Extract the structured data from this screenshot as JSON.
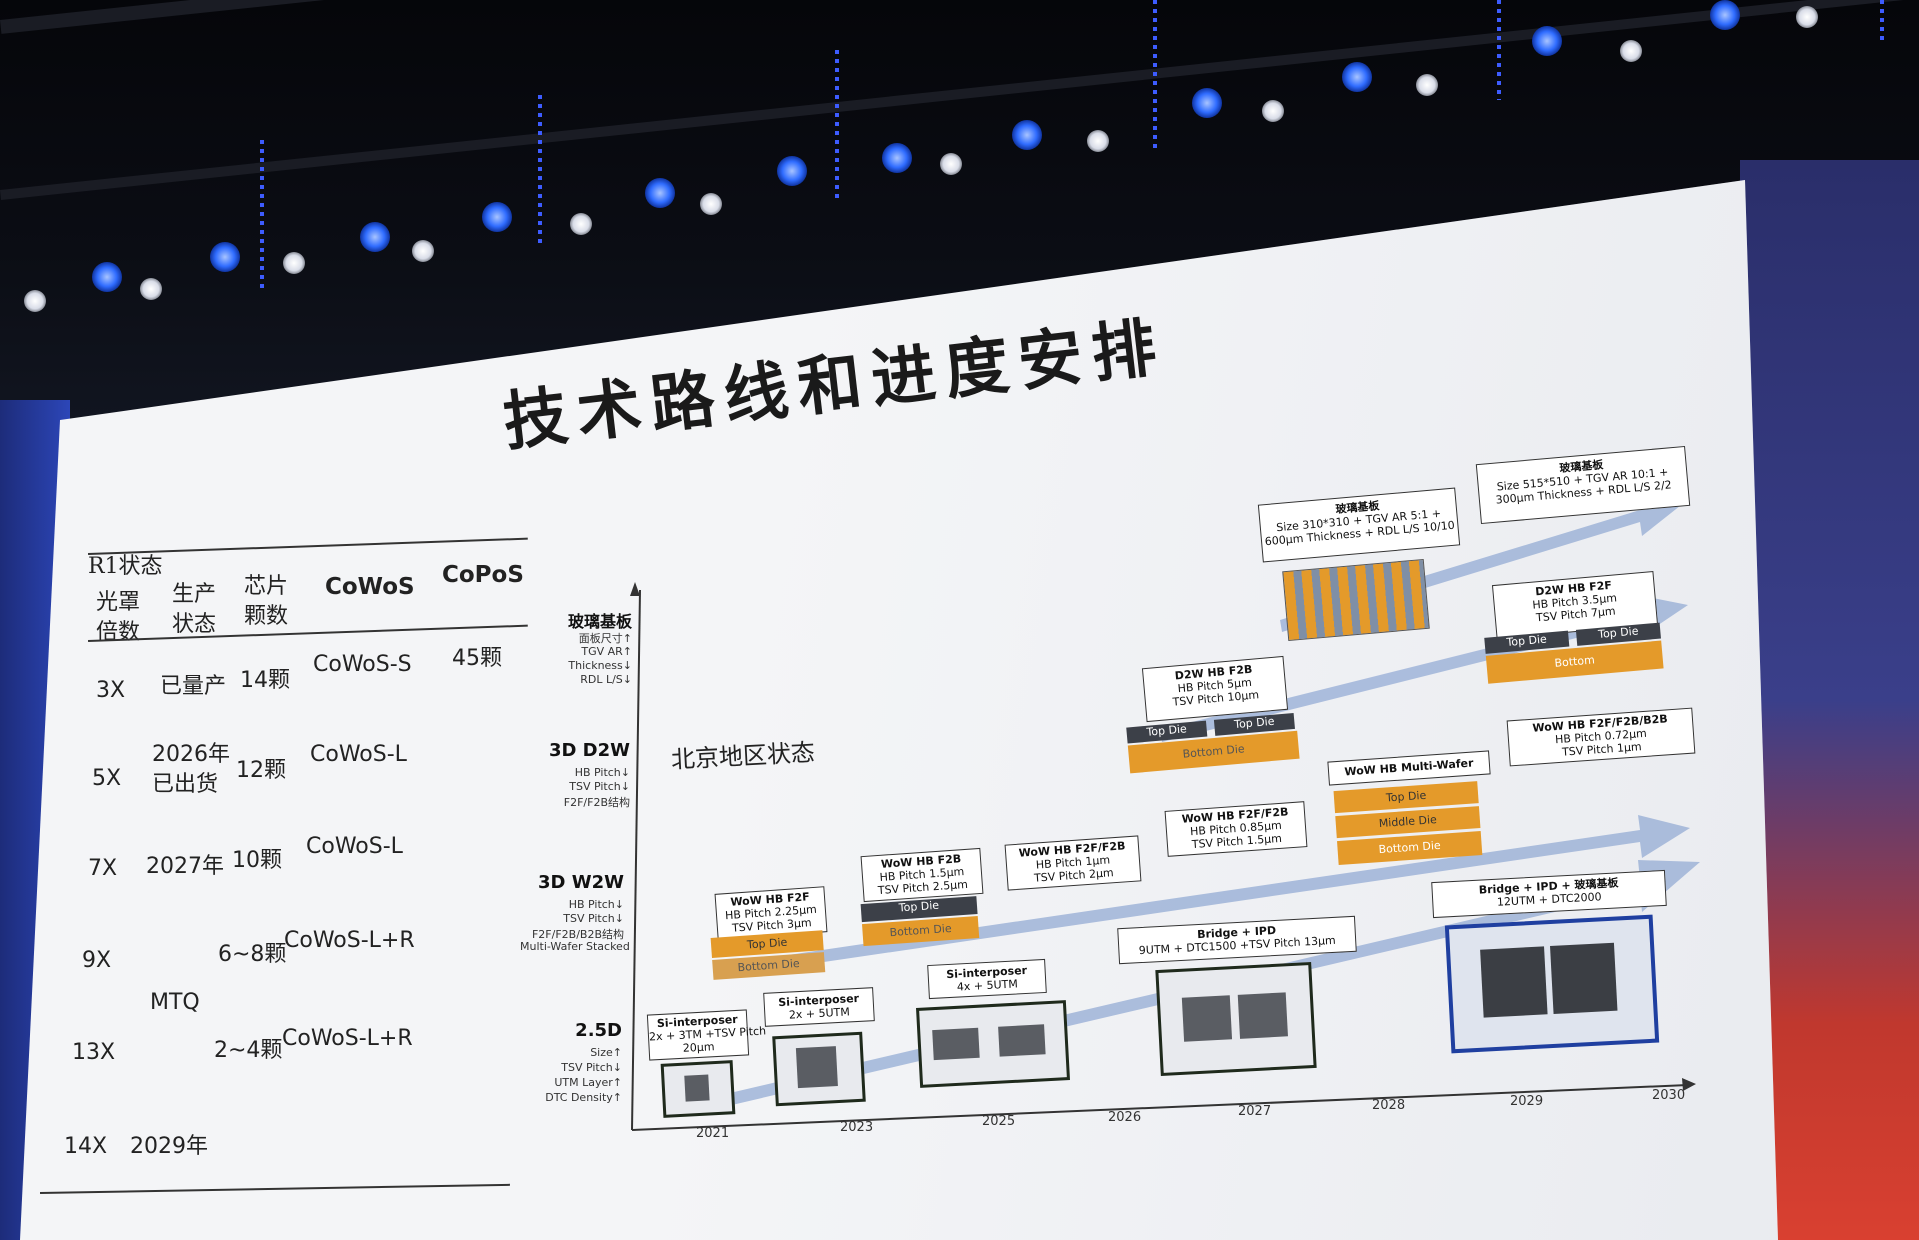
{
  "slide": {
    "title": "技术路线和进度安排",
    "beijing_label": "北京地区状态"
  },
  "table": {
    "caption": "R1状态",
    "headers": [
      "光罩\n倍数",
      "生产\n状态",
      "芯片\n颗数",
      "CoWoS",
      "CoPoS"
    ],
    "rows": [
      [
        "3X",
        "已量产",
        "14颗",
        "CoWoS-S",
        "45颗"
      ],
      [
        "5X",
        "2026年\n已出货",
        "12颗",
        "CoWoS-L",
        ""
      ],
      [
        "7X",
        "2027年",
        "10颗",
        "CoWoS-L",
        ""
      ],
      [
        "9X",
        "",
        "6~8颗",
        "CoWoS-L+R",
        ""
      ],
      [
        "13X",
        "MTQ",
        "2~4颗",
        "CoWoS-L+R",
        ""
      ],
      [
        "14X",
        "2029年",
        "",
        "",
        ""
      ]
    ]
  },
  "roadmap": {
    "y_axis": [
      {
        "name": "玻璃基板",
        "sub": [
          "面板尺寸↑",
          "TGV AR↑",
          "Thickness↓",
          "RDL L/S↓"
        ]
      },
      {
        "name": "3D D2W",
        "sub": [
          "HB Pitch↓",
          "TSV Pitch↓",
          "F2F/F2B结构"
        ]
      },
      {
        "name": "3D W2W",
        "sub": [
          "HB Pitch↓",
          "TSV Pitch↓",
          "F2F/F2B/B2B结构",
          "Multi-Wafer Stacked"
        ]
      },
      {
        "name": "2.5D",
        "sub": [
          "Size↑",
          "TSV Pitch↓",
          "UTM Layer↑",
          "DTC Density↑"
        ]
      }
    ],
    "x_years": [
      "2021",
      "2023",
      "2025",
      "2026",
      "2027",
      "2028",
      "2029",
      "2030"
    ],
    "boxes": {
      "glass1": [
        "玻璃基板",
        "Size 310*310 + TGV AR 5:1 +",
        "600μm Thickness + RDL L/S 10/10"
      ],
      "glass2": [
        "玻璃基板",
        "Size 515*510 + TGV AR 10:1 +",
        "300μm Thickness + RDL L/S 2/2"
      ],
      "d2w1": [
        "D2W HB F2B",
        "HB Pitch 5μm",
        "TSV Pitch 10μm"
      ],
      "d2w2": [
        "D2W HB F2F",
        "HB Pitch 3.5μm",
        "TSV Pitch 7μm"
      ],
      "w2w1": [
        "WoW HB F2F",
        "HB Pitch 2.25μm",
        "TSV Pitch 3μm"
      ],
      "w2w2": [
        "WoW HB F2B",
        "HB Pitch 1.5μm",
        "TSV Pitch 2.5μm"
      ],
      "w2w3": [
        "WoW HB F2F/F2B",
        "HB Pitch 1μm",
        "TSV Pitch 2μm"
      ],
      "w2w4": [
        "WoW HB F2F/F2B",
        "HB Pitch 0.85μm",
        "TSV Pitch 1.5μm"
      ],
      "w2w5": [
        "WoW HB Multi-Wafer"
      ],
      "w2w6": [
        "WoW HB F2F/F2B/B2B",
        "HB Pitch 0.72μm",
        "TSV Pitch 1μm"
      ],
      "d25_1": [
        "Si-interposer",
        "2x + 3TM +TSV Pitch",
        "20μm"
      ],
      "d25_2": [
        "Si-interposer",
        "2x + 5UTM"
      ],
      "d25_3": [
        "Si-interposer",
        "4x + 5UTM"
      ],
      "d25_4": [
        "Bridge + IPD",
        "9UTM + DTC1500 +TSV Pitch 13μm"
      ],
      "d25_5": [
        "Bridge + IPD + 玻璃基板",
        "12UTM + DTC2000"
      ]
    },
    "die_labels": {
      "top": "Top Die",
      "bottom": "Bottom Die",
      "middle": "Middle Die",
      "bottom_short": "Bottom"
    }
  },
  "colors": {
    "die_orange": "#e49a2a",
    "arrow_blue": "#9fb4d8",
    "chip_blue_border": "#1f3fa0"
  }
}
